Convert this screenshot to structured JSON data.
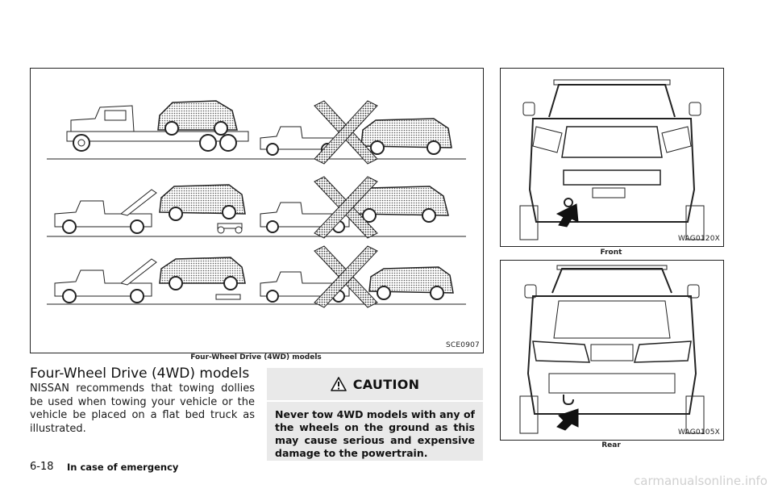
{
  "figure_left": {
    "code": "SCE0907",
    "caption": "Four-Wheel Drive (4WD) models"
  },
  "figure_front": {
    "code": "WAG0120X",
    "caption": "Front"
  },
  "figure_rear": {
    "code": "WAG0105X",
    "caption": "Rear"
  },
  "section": {
    "heading": "Four-Wheel Drive (4WD) models",
    "body": "NISSAN recommends that towing dollies be used when towing your vehicle or the vehicle be placed on a flat bed truck as illustrated."
  },
  "caution": {
    "title": "CAUTION",
    "icon": "warning-triangle-icon",
    "text": "Never tow 4WD models with any of the wheels on the ground as this may cause serious and expensive damage to the powertrain."
  },
  "footer": {
    "page_number": "6-18",
    "chapter": "In case of emergency"
  },
  "watermark": "carmanualsonline.info"
}
